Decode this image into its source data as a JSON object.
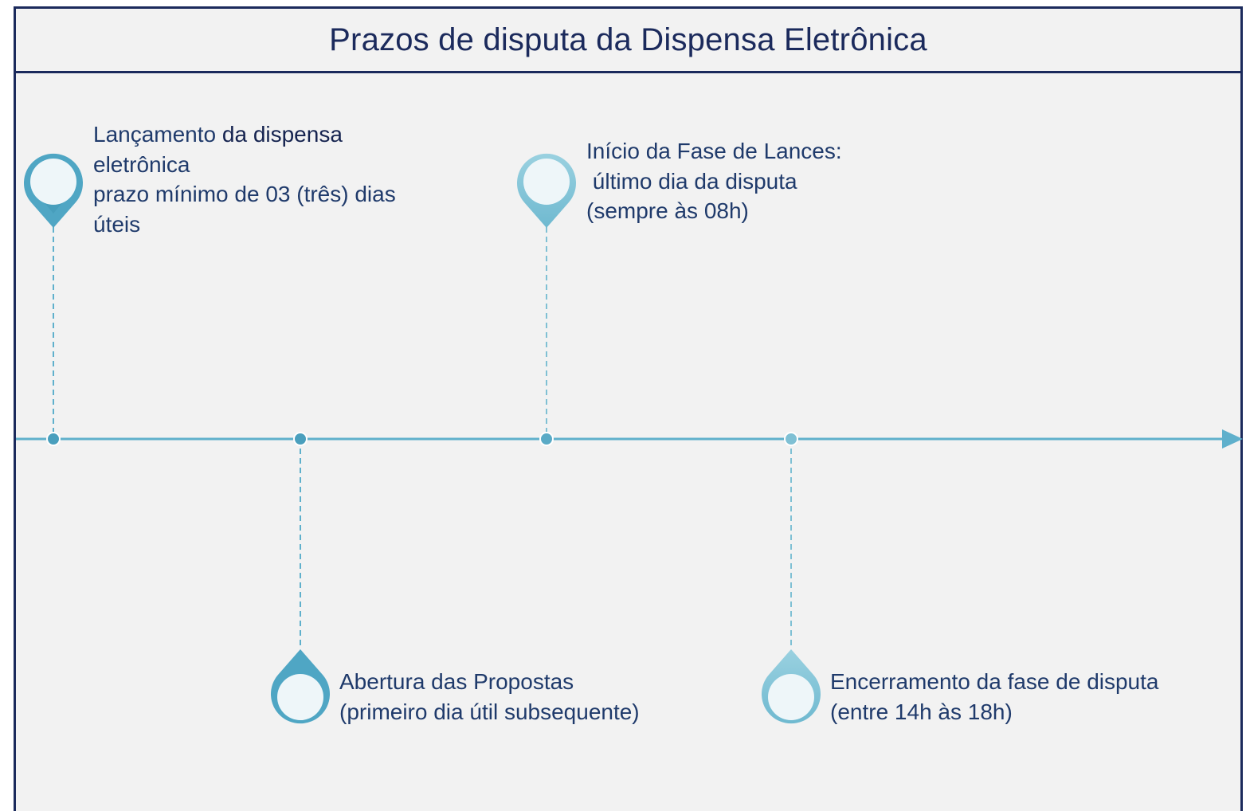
{
  "title": "Prazos de disputa da Dispensa Eletrônica",
  "colors": {
    "border": "#1b2a5c",
    "timeline": "#5fb0cc",
    "pin_dark": "#4fa6c4",
    "pin_light": "#86c6d8",
    "text": "#1f3a6b",
    "background": "#f2f2f2"
  },
  "milestones": [
    {
      "id": "lancamento",
      "lines": [
        "Lançamento ",
        "da dispensa",
        "eletrônica",
        "prazo mínimo de 03 (três) dias",
        "úteis"
      ]
    },
    {
      "id": "abertura",
      "lines": [
        "Abertura das Propostas",
        "(primeiro dia útil subsequente)"
      ]
    },
    {
      "id": "inicio-lances",
      "lines": [
        "Início da Fase de Lances:",
        " último dia da disputa",
        "(sempre às 08h)"
      ]
    },
    {
      "id": "encerramento",
      "lines": [
        "Encerramento da fase de disputa",
        "(entre 14h às 18h)"
      ]
    }
  ]
}
